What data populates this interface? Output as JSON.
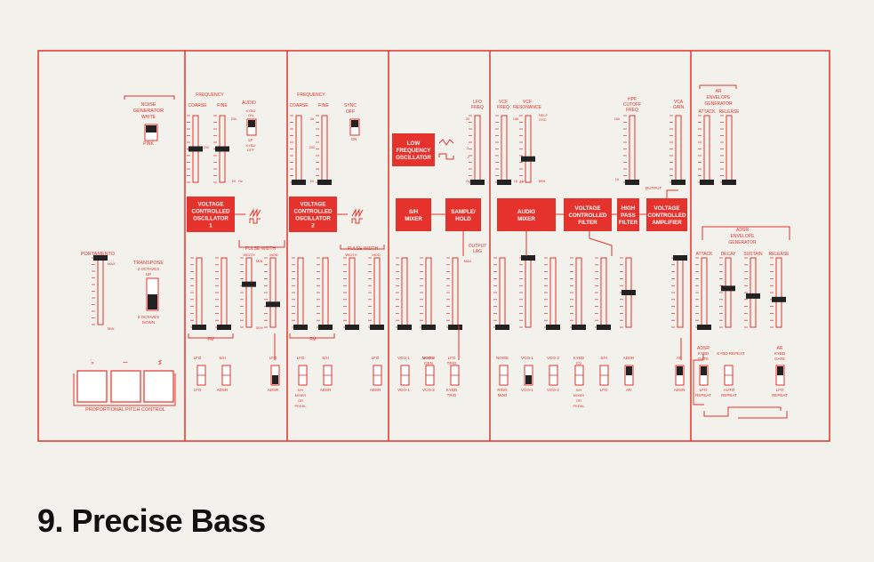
{
  "caption": "9. Precise Bass",
  "colors": {
    "line": "#e5322c",
    "module_fill": "#e5322c",
    "knob": "#222222",
    "paper": "#f3f1ec",
    "caption": "#111111"
  },
  "sections": [
    {
      "id": "controller",
      "name": "pitch-controller-panel"
    },
    {
      "id": "vco1",
      "name": "vco1-panel"
    },
    {
      "id": "vco2",
      "name": "vco2-panel"
    },
    {
      "id": "lfo",
      "name": "lfo-sh-panel"
    },
    {
      "id": "mixer",
      "name": "mixer-filter-panel"
    },
    {
      "id": "env",
      "name": "envelope-panel"
    }
  ],
  "modules": [
    {
      "id": "vco1",
      "lines": [
        "VOLTAGE",
        "CONTROLLED",
        "OSCILLATOR",
        "1"
      ]
    },
    {
      "id": "vco2",
      "lines": [
        "VOLTAGE",
        "CONTROLLED",
        "OSCILLATOR",
        "2"
      ]
    },
    {
      "id": "lfo",
      "lines": [
        "LOW",
        "FREQUENCY",
        "OSCILLATOR"
      ]
    },
    {
      "id": "sh-mixer",
      "lines": [
        "S/H",
        "MIXER"
      ]
    },
    {
      "id": "sample-hold",
      "lines": [
        "SAMPLE/",
        "HOLD"
      ]
    },
    {
      "id": "audio-mixer",
      "lines": [
        "AUDIO",
        "MIXER"
      ]
    },
    {
      "id": "vcf",
      "lines": [
        "VOLTAGE",
        "CONTROLLED",
        "FILTER"
      ]
    },
    {
      "id": "hpf",
      "lines": [
        "HIGH",
        "PASS",
        "FILTER"
      ]
    },
    {
      "id": "vca",
      "lines": [
        "VOLTAGE",
        "CONTROLLED",
        "AMPLIFIER"
      ]
    }
  ],
  "sliders": [
    {
      "id": "portamento",
      "level": 1.0
    },
    {
      "id": "vco1-coarse",
      "level": 0.5
    },
    {
      "id": "vco1-fine",
      "level": 0.5
    },
    {
      "id": "vco1-fm-1",
      "level": 0.0
    },
    {
      "id": "vco1-fm-2",
      "level": 0.0
    },
    {
      "id": "vco1-pw-width",
      "level": 0.62
    },
    {
      "id": "vco1-pw-mod",
      "level": 0.33
    },
    {
      "id": "vco2-coarse",
      "level": 0.0
    },
    {
      "id": "vco2-fine",
      "level": 0.0
    },
    {
      "id": "vco2-fm-1",
      "level": 0.0
    },
    {
      "id": "vco2-fm-2",
      "level": 0.0
    },
    {
      "id": "vco2-pw-width",
      "level": 0.0
    },
    {
      "id": "vco2-pw-mod",
      "level": 0.0
    },
    {
      "id": "lfo-freq",
      "level": 0.0
    },
    {
      "id": "vcf-freq",
      "level": 0.0
    },
    {
      "id": "vcf-resonance",
      "level": 0.35
    },
    {
      "id": "hpf-cutoff",
      "level": 0.0
    },
    {
      "id": "vca-gain",
      "level": 0.0
    },
    {
      "id": "ar-attack",
      "level": 0.0
    },
    {
      "id": "ar-release",
      "level": 0.0
    },
    {
      "id": "sh-mix-vco1",
      "level": 0.0
    },
    {
      "id": "sh-mix-vco2",
      "level": 0.0
    },
    {
      "id": "output-lag",
      "level": 0.0
    },
    {
      "id": "mix-noise",
      "level": 0.0
    },
    {
      "id": "mix-vco1",
      "level": 1.0
    },
    {
      "id": "mix-vco2",
      "level": 0.0
    },
    {
      "id": "vcf-kybd-cv",
      "level": 0.0
    },
    {
      "id": "vcf-sh-lfo",
      "level": 0.0
    },
    {
      "id": "vcf-adsr",
      "level": 0.5
    },
    {
      "id": "vca-ar-adsr",
      "level": 1.0
    },
    {
      "id": "adsr-attack",
      "level": 0.0
    },
    {
      "id": "adsr-decay",
      "level": 0.56
    },
    {
      "id": "adsr-sustain",
      "level": 0.45
    },
    {
      "id": "adsr-release",
      "level": 0.4
    }
  ],
  "switches": [
    {
      "id": "noise-type",
      "state": "up"
    },
    {
      "id": "transpose",
      "state": "down"
    },
    {
      "id": "vco1-audio",
      "state": "up"
    },
    {
      "id": "vco2-sync",
      "state": "up"
    },
    {
      "id": "vco1-fm-src",
      "state": "center"
    },
    {
      "id": "vco1-fm-mod",
      "state": "center"
    },
    {
      "id": "vco1-pw-mod-src",
      "state": "down"
    },
    {
      "id": "vco2-fm-src",
      "state": "center"
    },
    {
      "id": "vco2-fm-mod",
      "state": "center"
    },
    {
      "id": "vco2-pw-mod-src",
      "state": "center"
    },
    {
      "id": "sh-src-1",
      "state": "center"
    },
    {
      "id": "sh-src-2",
      "state": "center"
    },
    {
      "id": "sh-trig",
      "state": "center"
    },
    {
      "id": "mix-noise-src",
      "state": "center"
    },
    {
      "id": "mix-vco1-src",
      "state": "down"
    },
    {
      "id": "mix-vco2-src",
      "state": "center"
    },
    {
      "id": "vcf-kybd-src",
      "state": "center"
    },
    {
      "id": "vcf-sh-src",
      "state": "center"
    },
    {
      "id": "vcf-env-src",
      "state": "up"
    },
    {
      "id": "vca-env-src",
      "state": "up"
    },
    {
      "id": "adsr-trig",
      "state": "up"
    },
    {
      "id": "adsr-repeat",
      "state": "center"
    },
    {
      "id": "ar-trig",
      "state": "up"
    }
  ],
  "labels": {
    "noise_generator": "NOISE",
    "noise_generator_2": "GENERATOR",
    "white": "WHITE",
    "pink": "PINK",
    "portamento": "PORTAMENTO",
    "max": "MAX",
    "min": "MIN",
    "transpose": "TRANSPOSE",
    "oct_up_1": "2 OCTAVES",
    "oct_up_2": "UP",
    "oct_down_1": "2 OCTAVES",
    "oct_down_2": "DOWN",
    "flat": "♭",
    "tilde": "∼",
    "sharp": "♯",
    "proportional_pitch": "PROPORTIONAL PITCH CONTROL",
    "frequency": "FREQUENCY",
    "coarse": "COARSE",
    "fine": "FINE",
    "audio": "AUDIO",
    "kybd_on": "KYBD",
    "kybd_on_2": "ON",
    "lf": "LF",
    "kybd_off": "KYBD",
    "kybd_off_2": "OFF",
    "sync_off": "SYNC",
    "sync_off_2": "OFF",
    "on": "ON",
    "pulse_width": "PULSE WIDTH",
    "width": "WIDTH",
    "mod": "MOD",
    "min_small": "MIN",
    "pct50": "50%",
    "fm": "FM",
    "lfo": "LFO",
    "sh": "S/H",
    "adsr": "ADSR",
    "sh_mixer_or_pedal_1": "S/H",
    "sh_mixer_or_pedal_2": "MIXER",
    "sh_mixer_or_pedal_3": "OR",
    "sh_mixer_or_pedal_4": "PEDAL",
    "lfo_freq": "LFO",
    "lfo_freq_2": "FREQ",
    "output_lag": "OUTPUT",
    "output_lag_2": "LAG",
    "vco1": "VCO-1",
    "vco2": "VCO-2",
    "noise": "NOISE",
    "noise_gen": "NOISE",
    "noise_gen_2": "GEN",
    "lfo_trig": "LFO",
    "lfo_trig_2": "TRIG",
    "kybd_trig": "KYBD",
    "kybd_trig_2": "TRIG",
    "vcf_freq": "VCF",
    "vcf_freq_2": "FREQ",
    "vcf_res": "VCF",
    "vcf_res_2": "RESONANCE",
    "self_osc": "SELF",
    "self_osc_2": "OSC",
    "min2": "MIN",
    "hpf_cutoff": "HPF",
    "hpf_cutoff_2": "CUTOFF",
    "hpf_cutoff_3": "FREQ",
    "vca_gain": "VCA",
    "vca_gain_2": "GAIN",
    "output": "OUTPUT",
    "ring_mod": "RING",
    "ring_mod_2": "MOD",
    "kybd_cv": "KYBD",
    "kybd_cv_2": "CV",
    "ar": "AR",
    "ar_env_gen": "AR",
    "ar_env_gen_2": "ENVELOPE",
    "ar_env_gen_3": "GENERATOR",
    "attack": "ATTACK",
    "release": "RELEASE",
    "decay": "DECAY",
    "sustain": "SUSTAIN",
    "adsr_env_gen": "ADSR",
    "adsr_env_gen_2": "ENVELOPE",
    "adsr_env_gen_3": "GENERATOR",
    "kybd_gate": "KYBD",
    "kybd_gate_2": "GATE",
    "kybd_repeat": "KYBD REPEAT",
    "lfo_repeat": "LFO",
    "lfo_repeat_2": "REPEAT",
    "auto_repeat": "AUTO",
    "auto_repeat_2": "REPEAT",
    "t20k": "20k",
    "t2k": "2k",
    "t200": "200",
    "t20": "20",
    "t2": "2",
    "t02": ".2",
    "t02b": ".02",
    "t16k": "16k",
    "t16": "16",
    "hz": "Hz"
  }
}
